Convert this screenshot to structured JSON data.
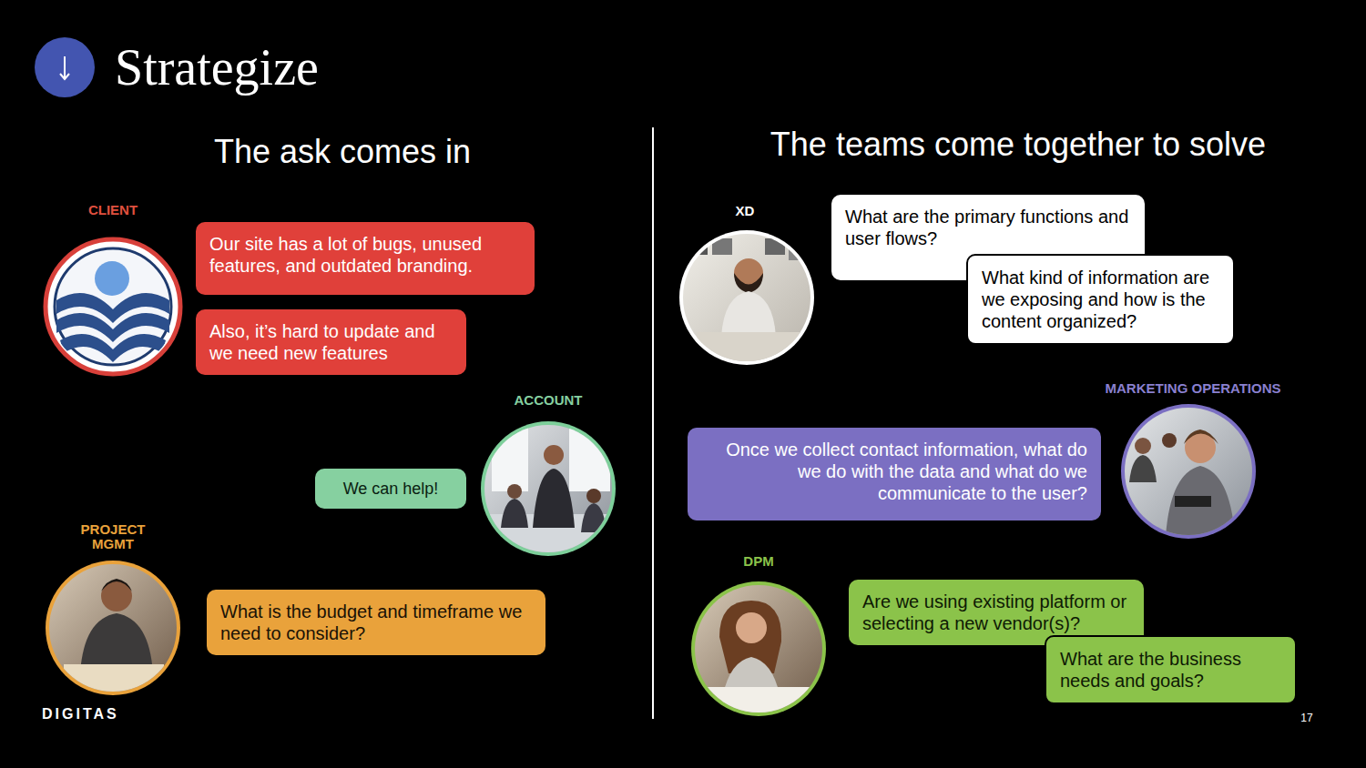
{
  "diagram": {
    "title": "Strategize",
    "nodes": [
      {
        "text": [
          "Our site has a lot of bugs, unused features, and outdated branding."
        ]
      },
      {
        "text": [
          "Also, it’s hard to update and we need new features"
        ]
      },
      {
        "text": [
          "We can help!"
        ]
      },
      {
        "text": [
          "What is the budget and timeframe we need to consider?"
        ]
      },
      {
        "text": [
          "What are the primary functions and user flows?"
        ]
      },
      {
        "text": [
          "What kind of information are we exposing and how is the content organized?"
        ]
      },
      {
        "text": [
          "Once we collect contact information, what do we do with the data and what do we communicate to the user?"
        ]
      },
      {
        "text": [
          "Are we using existing platform or selecting a new vendor(s)?"
        ]
      },
      {
        "text": [
          "What are the business needs and goals?"
        ]
      }
    ],
    "labels": [
      "The ask comes in",
      "The teams come together to solve",
      "CLIENT",
      "ACCOUNT",
      "PROJECT MGMT",
      "XD",
      "MARKETING OPERATIONS",
      "DPM",
      "DIGITAS",
      "17"
    ]
  }
}
